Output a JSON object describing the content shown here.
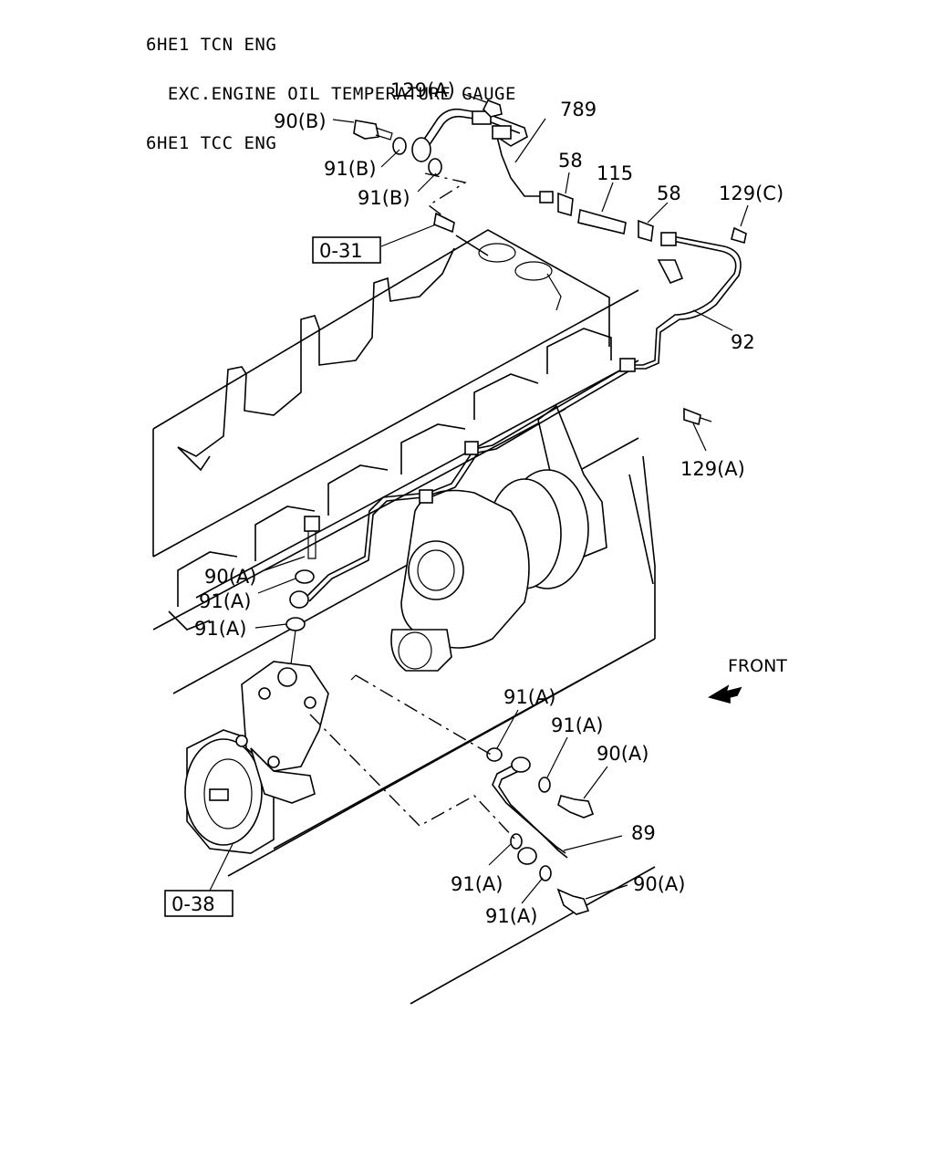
{
  "header": {
    "line1": "6HE1 TCN ENG",
    "line2": "  EXC.ENGINE OIL TEMPERATURE GAUGE",
    "line3": "6HE1 TCC ENG"
  },
  "labels": {
    "p129a_top": "129(A)",
    "p789": "789",
    "p90b": "90(B)",
    "p91b_1": "91(B)",
    "p91b_2": "91(B)",
    "p58_1": "58",
    "p115": "115",
    "p58_2": "58",
    "p129c": "129(C)",
    "ref031": "0-31",
    "p92": "92",
    "p129a_right": "129(A)",
    "p90a_left": "90(A)",
    "p91a_left1": "91(A)",
    "p91a_left2": "91(A)",
    "front": "FRONT",
    "p91a_r1": "91(A)",
    "p91a_r2": "91(A)",
    "p90a_r1": "90(A)",
    "p89": "89",
    "p91a_b1": "91(A)",
    "p90a_b": "90(A)",
    "p91a_b2": "91(A)",
    "ref038": "0-38"
  }
}
